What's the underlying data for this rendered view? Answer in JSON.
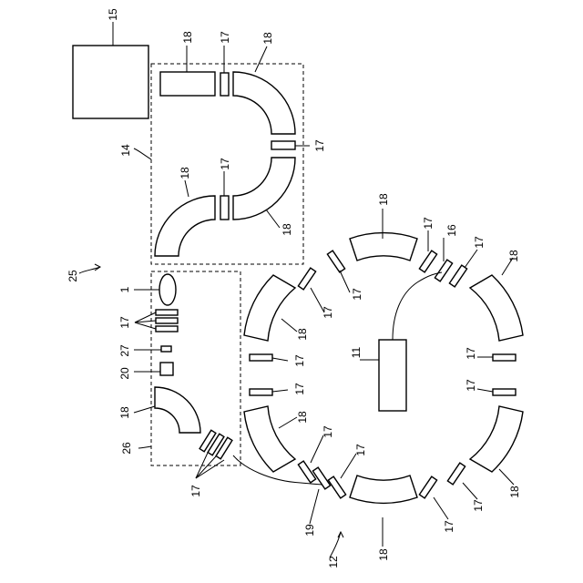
{
  "diagram": {
    "labels": {
      "l15": "15",
      "l14": "14",
      "l25": "25",
      "l26": "26",
      "l12": "12",
      "l1": "1",
      "l17": "17",
      "l27": "27",
      "l20": "20",
      "l18": "18",
      "l11": "11",
      "l16": "16",
      "l19": "19"
    }
  }
}
